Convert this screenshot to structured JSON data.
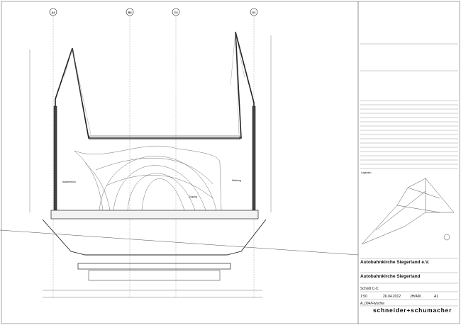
{
  "axes": [
    "A4",
    "B3",
    "C3",
    "D1"
  ],
  "rooms": {
    "left": "Altarbereich",
    "center": "Zugang",
    "right": "Wartung"
  },
  "inset_label": "Lageplan",
  "title_block": {
    "client": "Autobahnkirche Siegerland e.V.",
    "project": "Autobahnkirche Siegerland",
    "drawing": "Schnitt C-C",
    "scale": "1:50",
    "date": "26.04.2012",
    "drawn_by": "JH/AW",
    "format": "A1",
    "plan_no": "A_094/Fwschw",
    "architect": "schneider+schumacher"
  }
}
